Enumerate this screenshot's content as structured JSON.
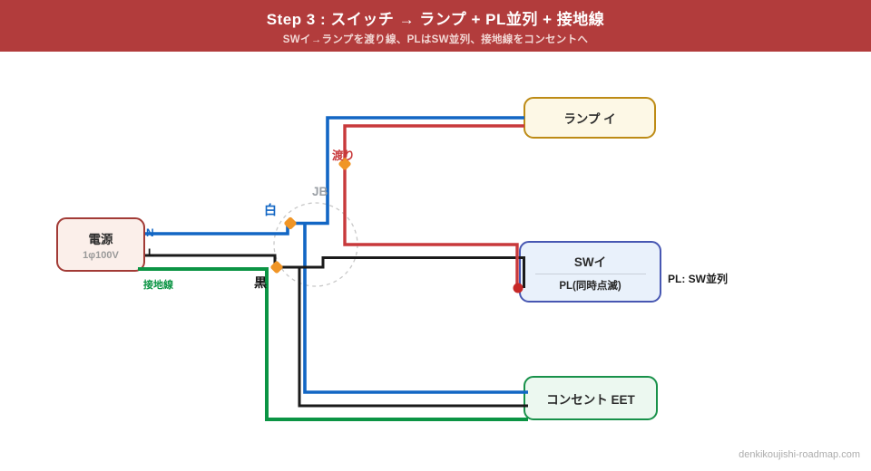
{
  "header": {
    "title": "Step 3 : スイッチ → ランプ + PL並列 + 接地線",
    "subtitle": "SWイ→ランプを渡り線、PLはSW並列、接地線をコンセントへ"
  },
  "nodes": {
    "power": {
      "title": "電源",
      "subtitle": "1φ100V"
    },
    "lamp": {
      "label": "ランプ イ"
    },
    "switch": {
      "label": "SWイ",
      "sub_label": "PL(同時点滅)"
    },
    "outlet": {
      "label": "コンセント EET"
    }
  },
  "labels": {
    "neutral": "N",
    "live": "L",
    "white": "白",
    "black": "黒",
    "crossover": "渡り",
    "junction_box": "JB",
    "ground": "接地線",
    "pl_note": "PL: SW並列"
  },
  "watermark": "denkikoujishi-roadmap.com",
  "colors": {
    "header_bg": "#B23C3C",
    "wire_blue": "#1266C4",
    "wire_black": "#1A1A1A",
    "wire_red": "#C8393B",
    "wire_green": "#0B9444",
    "connector_orange": "#F09526",
    "pl_junction_red": "#C62828",
    "power_border": "#A23B36",
    "lamp_border": "#BD8B15",
    "switch_border": "#4757B2",
    "outlet_border": "#18914A"
  }
}
